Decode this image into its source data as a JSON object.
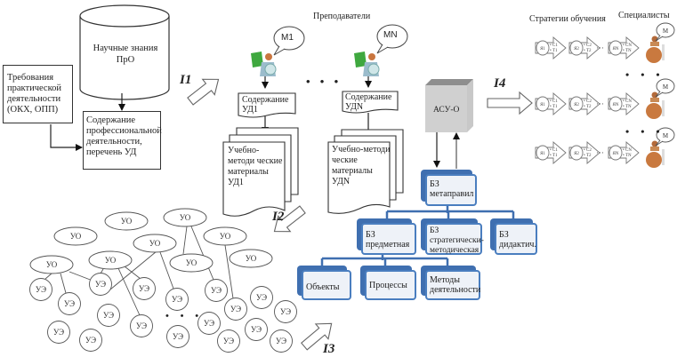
{
  "left": {
    "requirements": "Требования практической деятельности (ОКХ, ОПП)",
    "scientific_knowledge": "Научные знания ПрО",
    "professional_content": "Содержание профессиональной деятельности, перечень УД"
  },
  "arrows": {
    "i1": "I1",
    "i2": "I2",
    "i3": "I3",
    "i4": "I4"
  },
  "teachers": {
    "header": "Преподаватели",
    "bubble_first": "M1",
    "bubble_last": "MN",
    "ellipsis": "• • •",
    "content_first": "Содержание УД1",
    "content_last": "Содержание УДN",
    "materials_first": "Учебно-методи ческие материалы УД1",
    "materials_last": "Учебно-методи ческие материалы УДN"
  },
  "asu": {
    "label": "АСУ-О"
  },
  "knowledge_bases": {
    "root": "БЗ метаправил",
    "subject": "БЗ предметная",
    "strategic": "БЗ стратегически-методическая",
    "didactic": "БЗ дидактич.",
    "objects": "Объекты",
    "processes": "Процессы",
    "methods": "Методы деятельности"
  },
  "right": {
    "strategies_header": "Стратегии обучения",
    "specialists_header": "Специалисты",
    "ellipsis": "• • •",
    "strategy_rows": [
      {
        "steps": [
          {
            "id": "Я1",
            "items": [
              "• С1",
              "• Т1"
            ]
          },
          {
            "id": "Я2",
            "items": [
              "• С2",
              "• Т2"
            ]
          },
          {
            "id": "ЯN",
            "items": [
              "• СN",
              "• ТN"
            ]
          }
        ],
        "bubble": "М"
      },
      {
        "steps": [
          {
            "id": "Я1",
            "items": [
              "• С1",
              "• Т1"
            ]
          },
          {
            "id": "Я2",
            "items": [
              "• С2",
              "• Т2"
            ]
          },
          {
            "id": "ЯN",
            "items": [
              "• СN",
              "• ТN"
            ]
          }
        ],
        "bubble": "М"
      },
      {
        "steps": [
          {
            "id": "Я1",
            "items": [
              "• С1",
              "• Т1"
            ]
          },
          {
            "id": "Я2",
            "items": [
              "• С2",
              "• Т2"
            ]
          },
          {
            "id": "ЯN",
            "items": [
              "• СN",
              "• ТN"
            ]
          }
        ],
        "bubble": "М"
      }
    ],
    "step_ellipsis": "···"
  },
  "network": {
    "uo_label": "УО",
    "ue_label": "УЭ",
    "uo_count": 9,
    "ue_count": 18,
    "ellipsis": "• • •"
  }
}
